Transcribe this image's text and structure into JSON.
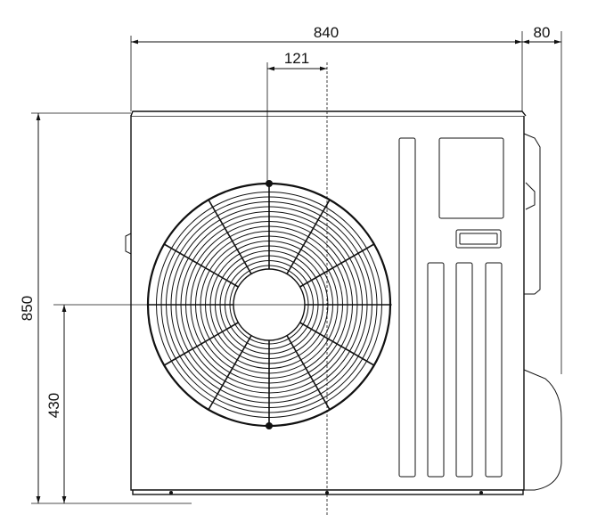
{
  "dimensions": {
    "width": "840",
    "depth": "80",
    "fan_offset": "121",
    "height": "850",
    "fan_center_height": "430"
  }
}
